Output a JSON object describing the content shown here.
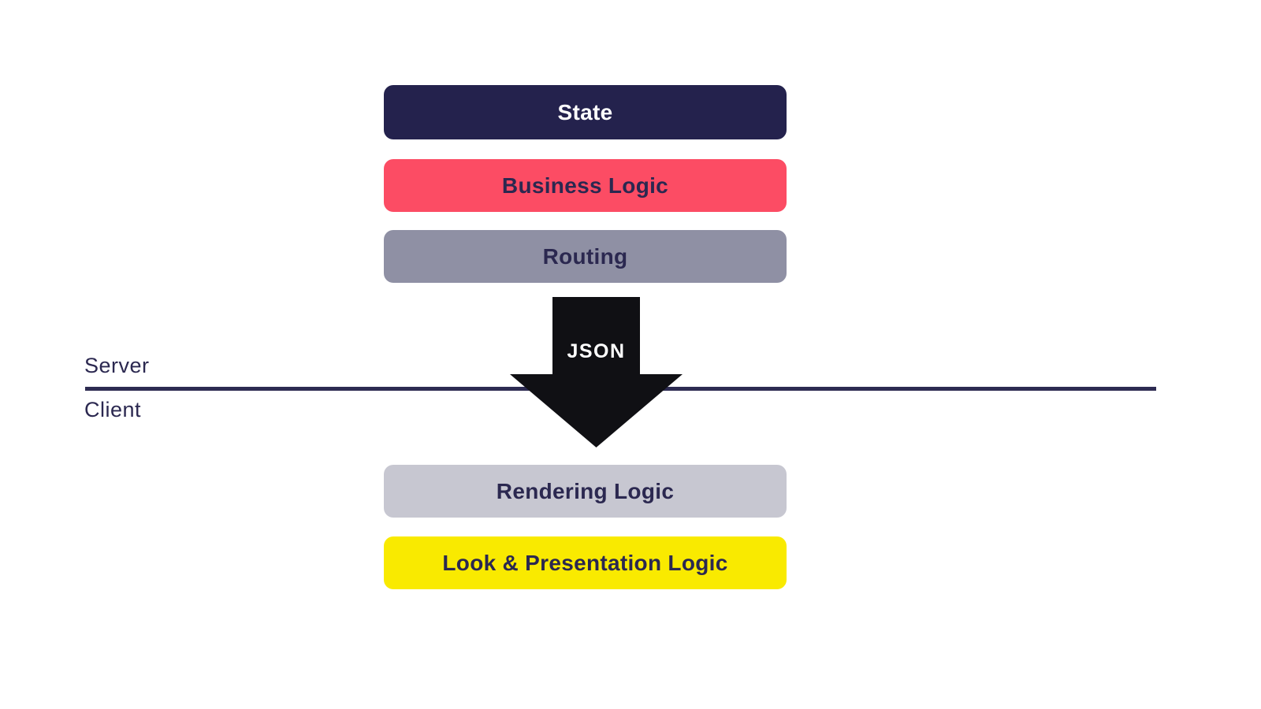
{
  "diagram": {
    "server_section": {
      "label": "Server",
      "boxes": [
        {
          "label": "State",
          "bg": "#24224D",
          "color": "#FFFFFF"
        },
        {
          "label": "Business Logic",
          "bg": "#FC4C64",
          "color": "#2B2850"
        },
        {
          "label": "Routing",
          "bg": "#8F90A4",
          "color": "#2B2850"
        }
      ]
    },
    "client_section": {
      "label": "Client",
      "boxes": [
        {
          "label": "Rendering Logic",
          "bg": "#C7C7D1",
          "color": "#2B2850"
        },
        {
          "label": "Look & Presentation Logic",
          "bg": "#F9EA00",
          "color": "#2B2850"
        }
      ]
    },
    "arrow": {
      "label": "JSON",
      "fill": "#101014",
      "label_color": "#FFFFFF"
    },
    "divider": {
      "color": "#2D2B52"
    },
    "colors": {
      "background": "#FFFFFF",
      "section_label_text": "#2B2850"
    }
  }
}
